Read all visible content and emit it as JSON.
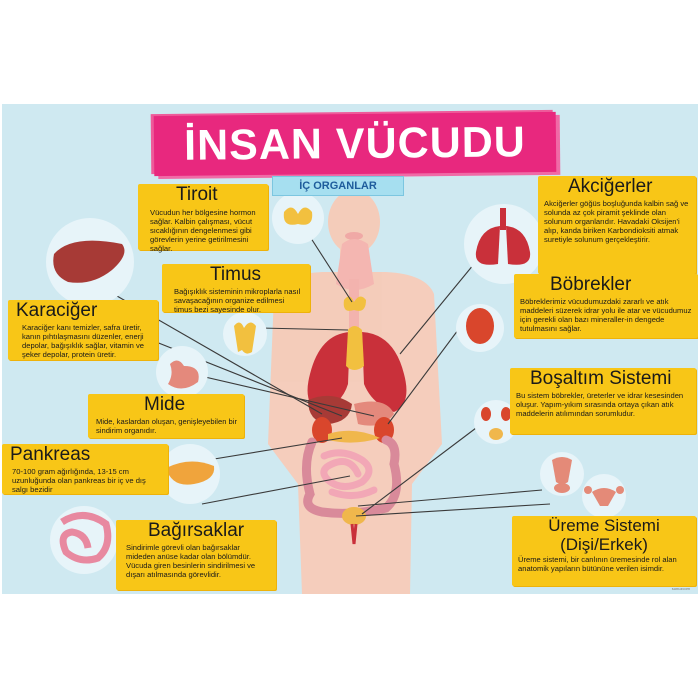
{
  "poster": {
    "title": "İNSAN VÜCUDU",
    "subtitle": "İÇ ORGANLAR",
    "organs": {
      "tiroit": {
        "name": "Tiroit",
        "description": "Vücudun her bölgesine hormon sağlar. Kalbin çalışması, vücut sıcaklığının dengelenmesi gibi görevlerin yerine getirilmesini sağlar."
      },
      "timus": {
        "name": "Timus",
        "description": "Bağışıklık sisteminin mikroplarla nasıl savaşacağının organize edilmesi timus bezi sayesinde olur."
      },
      "karaciger": {
        "name": "Karaciğer",
        "description": "Karaciğer kanı temizler, safra üretir, kanın pıhtılaşmasını düzenler, enerji depolar, bağışıklık sağlar, vitamin ve şeker depolar, protein üretir."
      },
      "mide": {
        "name": "Mide",
        "description": "Mide, kaslardan oluşan, genişleyebilen bir sindirim organıdır."
      },
      "pankreas": {
        "name": "Pankreas",
        "description": "70-100 gram ağırlığında, 13-15 cm uzunluğunda olan pankreas bir iç ve dış salgı bezidir"
      },
      "bagirsaklar": {
        "name": "Bağırsaklar",
        "description": "Sindirimle görevli olan bağırsaklar mideden anüse kadar olan bölümdür. Vücuda giren besinlerin sindirilmesi ve dışarı atılmasında görevlidir."
      },
      "akcigerler": {
        "name": "Akciğerler",
        "description": "Akciğerler göğüs boşluğunda kalbin sağ ve solunda az çok piramit şeklinde olan solunum organlarıdır. Havadaki Oksijen'i alıp, kanda biriken Karbondioksiti atmak suretiyle solunum gerçekleştirir."
      },
      "bobrekler": {
        "name": "Böbrekler",
        "description": "Böbreklerimiz vücudumuzdaki zararlı ve atık maddeleri süzerek idrar yolu ile atar ve vücudumuz için gerekli olan bazı mineraller-in dengede tutulmasını sağlar."
      },
      "bosaltim": {
        "name": "Boşaltım Sistemi",
        "description": "Bu sistem böbrekler, üreterler ve idrar kesesinden oluşur. Yapım-yıkım sırasında ortaya çıkan atık maddelerin atılımından sorumludur."
      },
      "ureme": {
        "name": "Üreme Sistemi (Dişi/Erkek)",
        "description": "Üreme sistemi, bir canlının üremesinde rol alan anatomik yapıların bütününe verilen isimdir."
      }
    },
    "colors": {
      "background": "#cfe9f1",
      "title_banner": "#e8287e",
      "info_box": "#f8c617",
      "organ_red": "#c9303a",
      "body_skin": "#f7cbb8"
    },
    "icons": [
      "thyroid-icon",
      "liver-icon",
      "thymus-icon",
      "stomach-icon",
      "pancreas-icon",
      "intestine-icon",
      "lungs-icon",
      "kidney-icon",
      "urinary-icon",
      "male-reproductive-icon",
      "female-reproductive-icon"
    ],
    "watermark": "sunuzcom"
  }
}
